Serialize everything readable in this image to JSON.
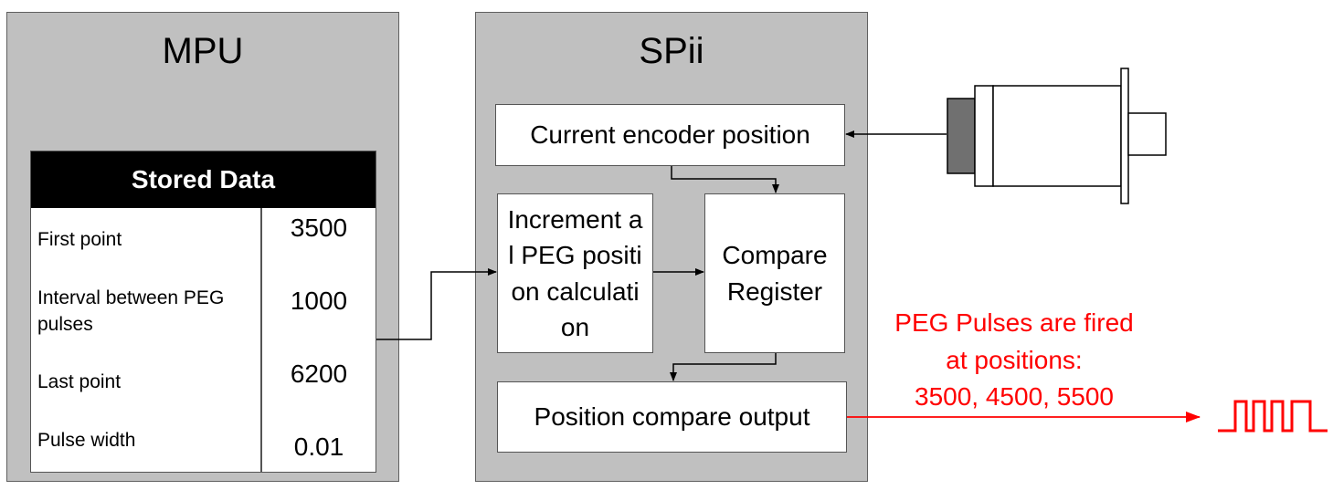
{
  "mpu": {
    "title": "MPU",
    "table": {
      "header": "Stored Data",
      "rows": [
        {
          "label": "First point",
          "value": "3500"
        },
        {
          "label": "Interval between PEG pulses",
          "value": "1000"
        },
        {
          "label": "Last point",
          "value": "6200"
        },
        {
          "label": "Pulse width",
          "value": "0.01"
        }
      ]
    }
  },
  "spii": {
    "title": "SPii",
    "encoder_box": "Current encoder position",
    "incremental_box": "Increment al PEG position calculation",
    "compare_box": "Compare Register",
    "output_box": "Position compare output"
  },
  "note": {
    "line1": "PEG Pulses are fired",
    "line2": "at positions:",
    "line3": "3500, 4500, 5500"
  },
  "colors": {
    "panel": "#c0c0c0",
    "pulse": "#ff0000",
    "encoder_cap": "#707070"
  },
  "icons": [
    "motor-icon",
    "pulse-train-icon"
  ]
}
